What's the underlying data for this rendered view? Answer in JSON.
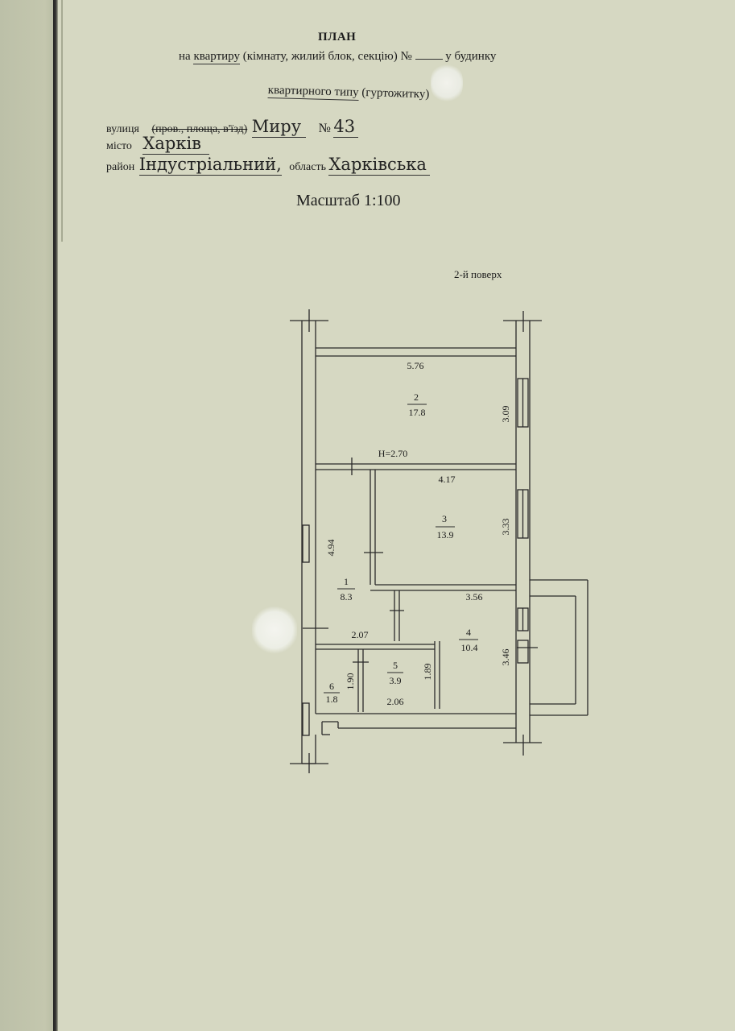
{
  "header": {
    "title": "ПЛАН",
    "line2_prefix": "на",
    "line2_quartiru": "квартиру",
    "line2_rest": "(кімнату, жилий блок, секцію) №",
    "line2_suffix": "у будинку",
    "line3_type": "квартирного типу",
    "line3_rest": "(гуртожитку)"
  },
  "address": {
    "street_label": "вулиця",
    "street_types": "(пров., площа, в'їзд)",
    "street_value": "Миру",
    "number_label": "№",
    "number_value": "43",
    "city_label": "місто",
    "city_value": "Харків",
    "district_label": "район",
    "district_value": "Індустріальний,",
    "region_label": "область",
    "region_value": "Харківська"
  },
  "scale_text": "Масштаб 1:100",
  "floor_text": "2-й поверх",
  "plan": {
    "ceiling_height": "H=2.70",
    "rooms": [
      {
        "number": "1",
        "area": "8.3"
      },
      {
        "number": "2",
        "area": "17.8"
      },
      {
        "number": "3",
        "area": "13.9"
      },
      {
        "number": "4",
        "area": "10.4"
      },
      {
        "number": "5",
        "area": "3.9"
      },
      {
        "number": "6",
        "area": "1.8"
      }
    ],
    "dimensions": {
      "room2_width": "5.76",
      "room2_depth": "3.09",
      "room3_width": "4.17",
      "room3_depth": "3.33",
      "room1_length": "4.94",
      "room4_width": "3.56",
      "room4_depth": "3.46",
      "hall_width": "2.07",
      "room6_depth": "1.90",
      "room5_depth": "1.89",
      "room5_width": "2.06"
    }
  }
}
